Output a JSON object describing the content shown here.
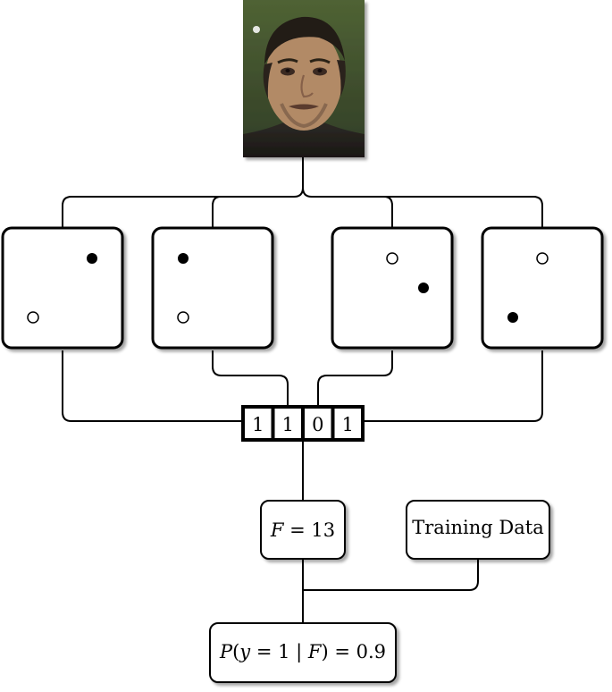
{
  "bits": [
    "1",
    "1",
    "0",
    "1"
  ],
  "feature_box": {
    "var": "F",
    "eq": " = 13"
  },
  "training_box": {
    "label": "Training Data"
  },
  "probability_box": {
    "p": "P",
    "open": "(",
    "y": "y",
    "eq1": " = 1 ",
    "bar": "| ",
    "f": "F",
    "close": ")",
    "eq2": " = 0.9"
  },
  "colors": {
    "stroke": "#000000",
    "box_fill": "#ffffff",
    "filled_dot": "#000000",
    "hollow_dot": "#ffffff"
  }
}
